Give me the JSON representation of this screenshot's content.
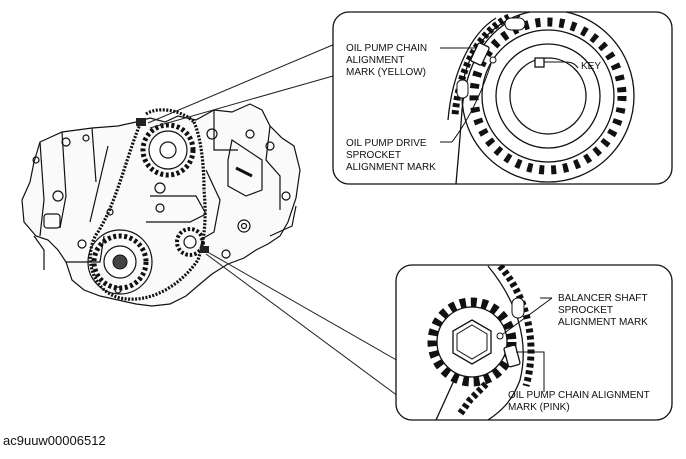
{
  "callouts": {
    "oil_pump_chain_mark_yellow": [
      "OIL PUMP CHAIN",
      "ALIGNMENT",
      "MARK (YELLOW)"
    ],
    "key": [
      "KEY"
    ],
    "oil_pump_drive_sprocket_mark": [
      "OIL PUMP DRIVE",
      "SPROCKET",
      "ALIGNMENT MARK"
    ],
    "balancer_shaft_sprocket_mark": [
      "BALANCER SHAFT",
      "SPROCKET",
      "ALIGNMENT MARK"
    ],
    "oil_pump_chain_mark_pink": [
      "OIL PUMP CHAIN ALIGNMENT",
      "MARK (PINK)"
    ]
  },
  "figure_code": "ac9uuw00006512",
  "colors": {
    "line": "#111111",
    "background": "#ffffff"
  }
}
